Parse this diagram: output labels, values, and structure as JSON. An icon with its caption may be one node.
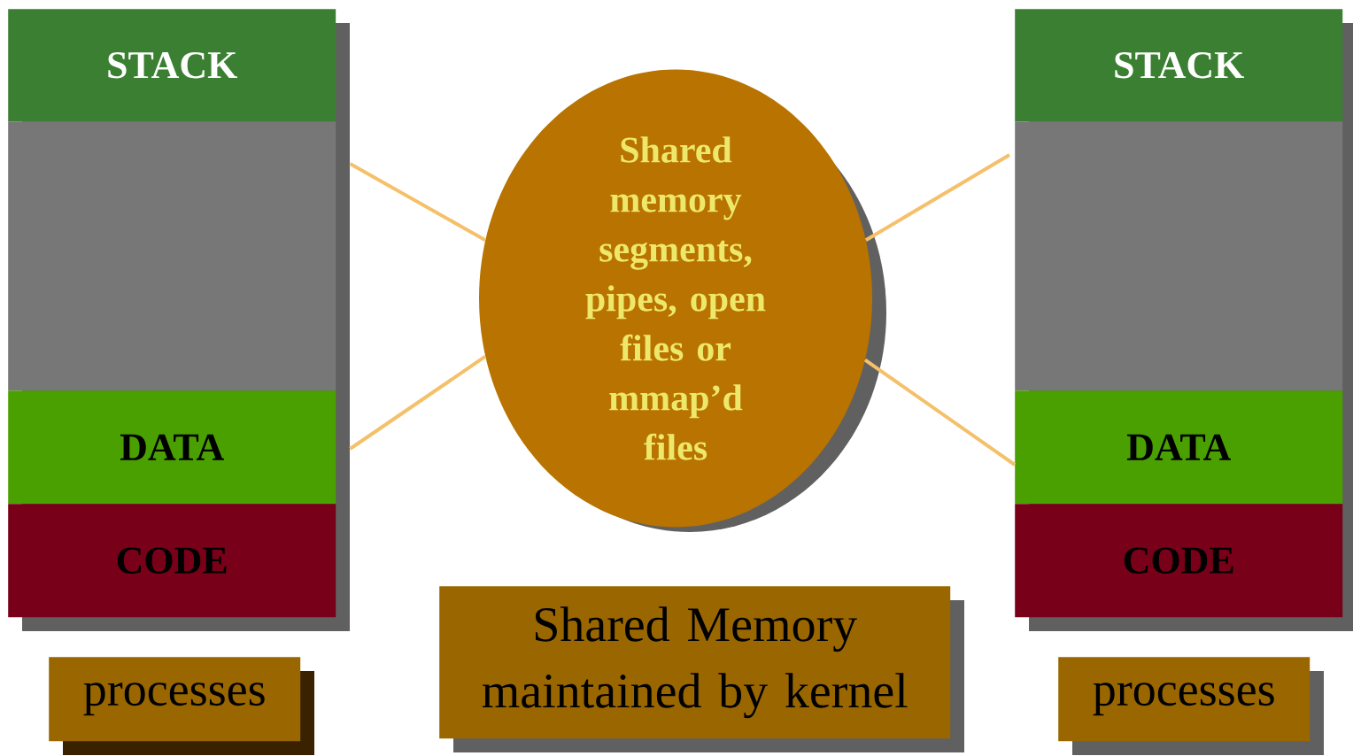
{
  "diagram": {
    "nodes": [
      {
        "text": [
          "STACK"
        ]
      },
      {
        "text": [],
        "shape": "box"
      },
      {
        "text": [
          "DATA"
        ]
      },
      {
        "text": [
          "CODE"
        ]
      },
      {
        "text": [
          "Shared memory segments, pipes, open files or mmap’d files"
        ]
      },
      {
        "text": [
          "STACK"
        ]
      },
      {
        "text": [],
        "shape": "box"
      },
      {
        "text": [
          "DATA"
        ]
      },
      {
        "text": [
          "CODE"
        ]
      },
      {
        "text": [
          "processes"
        ]
      },
      {
        "text": [
          "Shared Memory maintained by kernel"
        ]
      },
      {
        "text": [
          "processes"
        ]
      }
    ],
    "edges": [
      {
        "from": 1,
        "to": 4,
        "arrow": "none",
        "color": "#f5c06a"
      },
      {
        "from": 2,
        "to": 4,
        "arrow": "none",
        "color": "#f5c06a"
      },
      {
        "from": 4,
        "to": 6,
        "arrow": "none",
        "color": "#f5c06a"
      },
      {
        "from": 4,
        "to": 7,
        "arrow": "none",
        "color": "#f5c06a"
      }
    ]
  }
}
